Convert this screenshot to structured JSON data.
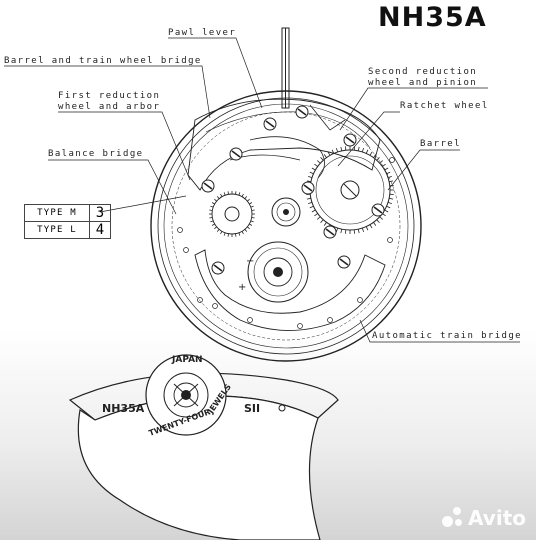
{
  "title": "NH35A",
  "labels": {
    "pawl_lever": "Pawl lever",
    "barrel_train": "Barrel and train wheel bridge",
    "first_reduction_1": "First reduction",
    "first_reduction_2": "wheel and arbor",
    "balance_bridge": "Balance bridge",
    "second_reduction_1": "Second reduction",
    "second_reduction_2": "wheel and pinion",
    "ratchet_wheel": "Ratchet wheel",
    "barrel": "Barrel",
    "automatic_train": "Automatic train bridge"
  },
  "type_table": [
    {
      "type": "TYPE M",
      "value": "3"
    },
    {
      "type": "TYPE L",
      "value": "4"
    }
  ],
  "rotor": {
    "japan": "JAPAN",
    "left_mark": "NH35A",
    "jewels_left": "TWENTY-FOUR",
    "jewels_right": "JEWELS",
    "right_mark": "SII"
  },
  "watermark": "Avito",
  "colors": {
    "line": "#222222",
    "gray_band": "#d9d9d9"
  }
}
